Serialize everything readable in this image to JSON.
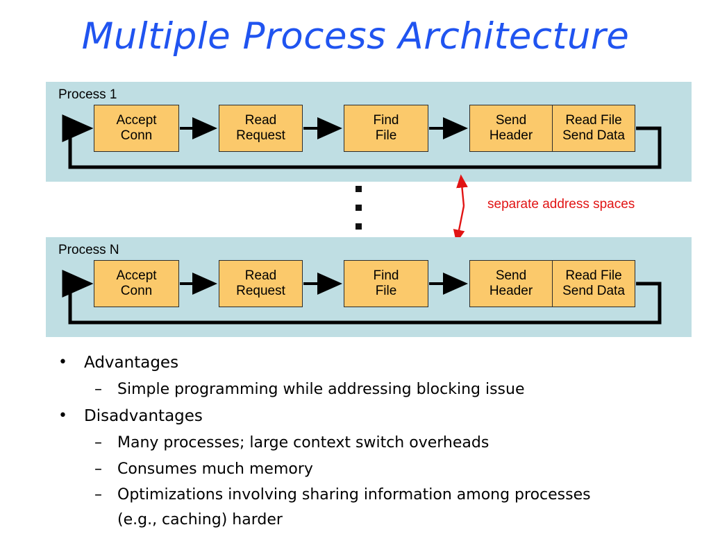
{
  "slide": {
    "title": "Multiple Process Architecture",
    "title_color": "#2054f0",
    "background_color": "#ffffff"
  },
  "diagram": {
    "band_color": "#bfdee3",
    "box_color": "#fbc96b",
    "box_border_color": "#2b2b2b",
    "flow_arrow_color": "#000000",
    "annotation_color": "#e11414",
    "processes": [
      {
        "label": "Process 1",
        "stages": [
          {
            "name": "accept-conn",
            "line1": "Accept",
            "line2": "Conn"
          },
          {
            "name": "read-request",
            "line1": "Read",
            "line2": "Request"
          },
          {
            "name": "find-file",
            "line1": "Find",
            "line2": "File"
          }
        ],
        "combo_stage": {
          "left": {
            "name": "send-header",
            "line1": "Send",
            "line2": "Header"
          },
          "right": {
            "name": "read-file-send-data",
            "line1": "Read File",
            "line2": "Send Data"
          }
        }
      },
      {
        "label": "Process N",
        "stages": [
          {
            "name": "accept-conn",
            "line1": "Accept",
            "line2": "Conn"
          },
          {
            "name": "read-request",
            "line1": "Read",
            "line2": "Request"
          },
          {
            "name": "find-file",
            "line1": "Find",
            "line2": "File"
          }
        ],
        "combo_stage": {
          "left": {
            "name": "send-header",
            "line1": "Send",
            "line2": "Header"
          },
          "right": {
            "name": "read-file-send-data",
            "line1": "Read File",
            "line2": "Send Data"
          }
        }
      }
    ],
    "annotation": {
      "text": "separate address spaces",
      "icon": "double-headed-arrow-icon"
    },
    "ellipsis": {
      "icon": "vertical-ellipsis-icon",
      "dot_count": 3
    }
  },
  "bullets": [
    {
      "level": 1,
      "marker": "•",
      "text": "Advantages"
    },
    {
      "level": 2,
      "marker": "–",
      "text": "Simple programming while addressing blocking issue"
    },
    {
      "level": 1,
      "marker": "•",
      "text": "Disadvantages"
    },
    {
      "level": 2,
      "marker": "–",
      "text": "Many processes; large context switch overheads"
    },
    {
      "level": 2,
      "marker": "–",
      "text": "Consumes much memory"
    },
    {
      "level": 2,
      "marker": "–",
      "text": "Optimizations involving sharing information among processes\n(e.g., caching) harder"
    }
  ]
}
